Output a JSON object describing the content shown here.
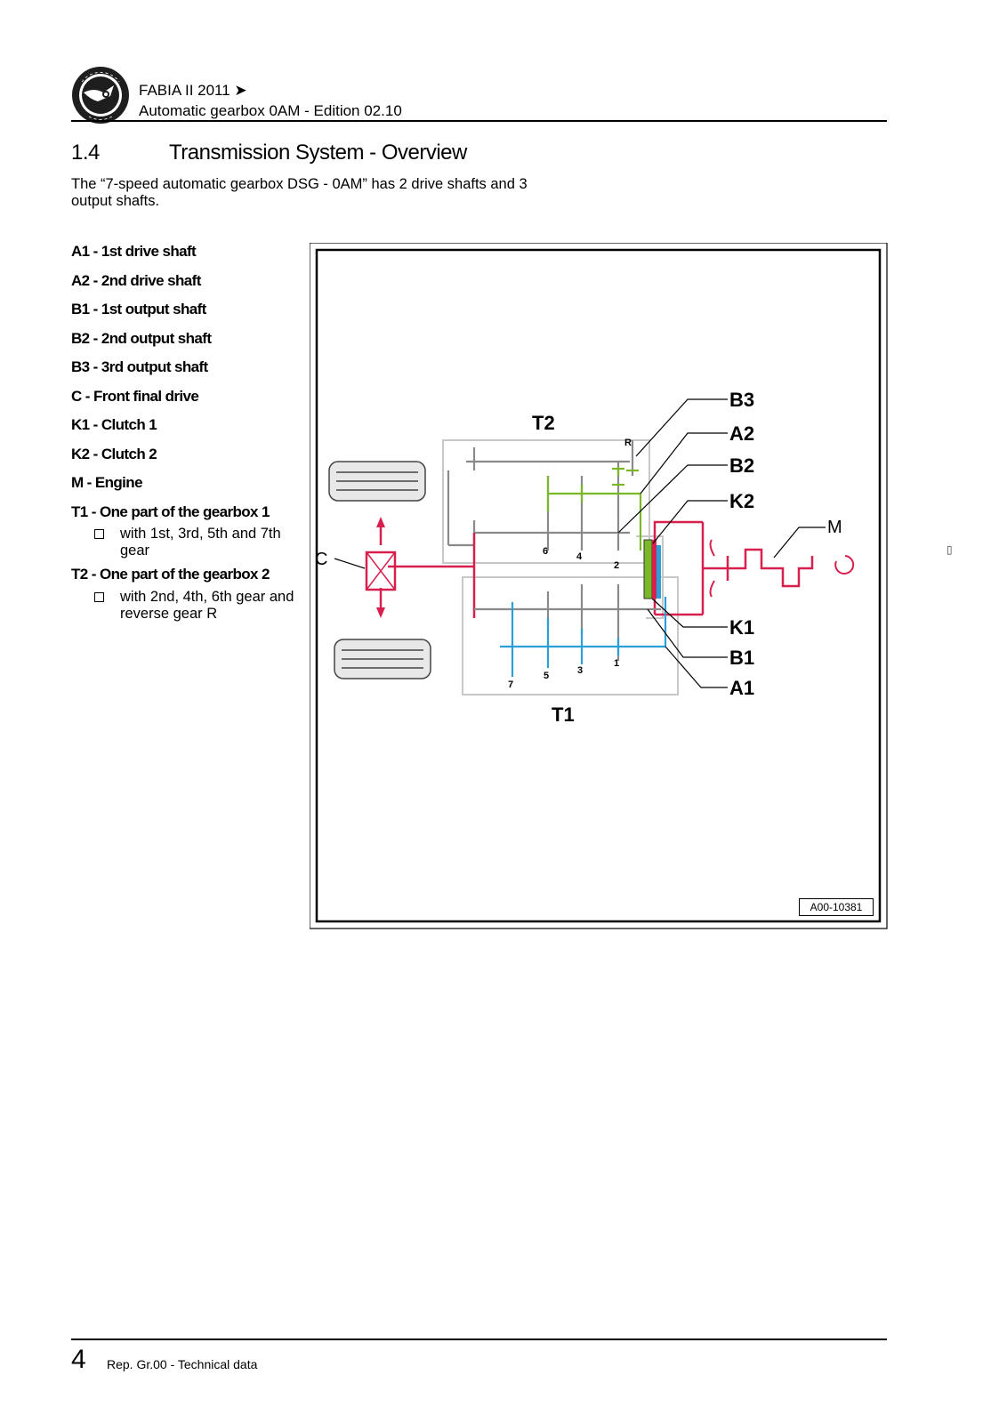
{
  "header": {
    "logo_alt": "ŠKODA AUTO",
    "model": "FABIA II 2011 ➤",
    "subtitle": "Automatic gearbox 0AM - Edition 02.10"
  },
  "section": {
    "number": "1.4",
    "title": "Transmission System - Overview"
  },
  "intro": "The “7-speed automatic gearbox DSG - 0AM” has 2 drive shafts and 3 output shafts.",
  "legend": {
    "a1": "A1 - 1st drive shaft",
    "a2": "A2 - 2nd drive shaft",
    "b1": "B1 - 1st output shaft",
    "b2": "B2 - 2nd output shaft",
    "b3": "B3 - 3rd output shaft",
    "c": "C - Front final drive",
    "k1": "K1 - Clutch 1",
    "k2": "K2 - Clutch 2",
    "m": "M - Engine",
    "t1": "T1 - One part of the gearbox 1",
    "t1_sub": "with 1st, 3rd, 5th and 7th gear",
    "t2": "T2 - One part of the gearbox 2",
    "t2_sub": "with 2nd, 4th, 6th gear and reverse gear R"
  },
  "figure": {
    "labels": {
      "b3": "B3",
      "a2": "A2",
      "b2": "B2",
      "k2": "K2",
      "m": "M",
      "k1": "K1",
      "b1": "B1",
      "a1": "A1",
      "c": "C",
      "t1": "T1",
      "t2": "T2"
    },
    "gears": {
      "g1": "1",
      "g2": "2",
      "g3": "3",
      "g4": "4",
      "g5": "5",
      "g6": "6",
      "g7": "7",
      "r": "R"
    },
    "id": "A00-10381",
    "colors": {
      "engine_red": "#d8204e",
      "shaft_green": "#7ab828",
      "shaft_blue": "#2a9fd8",
      "shaft_grey": "#8a8a8a",
      "housing_grey": "#c8c8c8"
    }
  },
  "side_mark": "▯",
  "footer": {
    "page_number": "4",
    "text": "Rep. Gr.00 - Technical data"
  }
}
